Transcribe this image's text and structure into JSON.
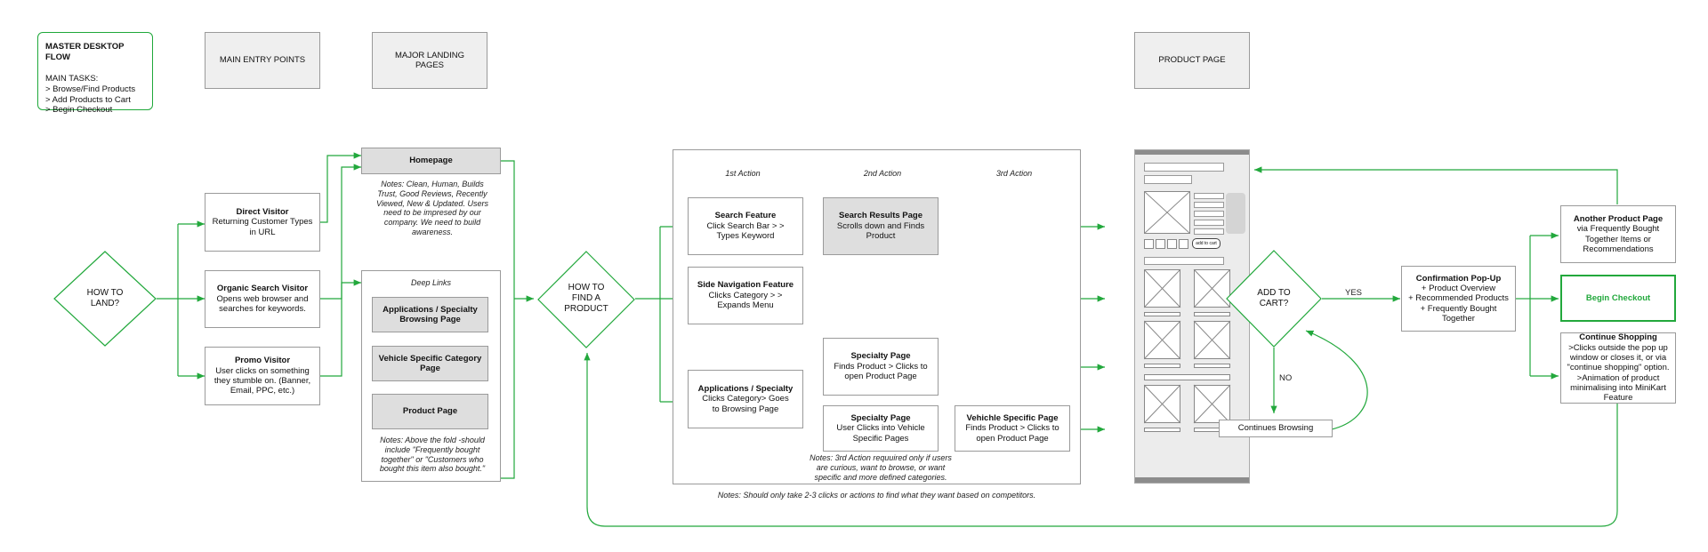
{
  "legend": {
    "title": "MASTER DESKTOP FLOW",
    "tasks_header": "MAIN TASKS:",
    "tasks": [
      "> Browse/Find Products",
      "> Add Products to Cart",
      "> Begin Checkout"
    ]
  },
  "column_headers": {
    "entry_points": "MAIN ENTRY POINTS",
    "landing_pages": "MAJOR LANDING PAGES",
    "product_page": "PRODUCT PAGE"
  },
  "decisions": {
    "how_to_land": "HOW TO LAND?",
    "how_to_find": "HOW TO FIND A PRODUCT",
    "add_to_cart": "ADD TO CART?"
  },
  "entry_points": {
    "direct": {
      "title": "Direct Visitor",
      "desc": "Returning Customer Types in URL"
    },
    "organic": {
      "title": "Organic Search Visitor",
      "desc": "Opens web browser and searches for keywords."
    },
    "promo": {
      "title": "Promo Visitor",
      "desc": "User clicks on something they stumble on. (Banner, Email, PPC, etc.)"
    }
  },
  "landing": {
    "homepage": "Homepage",
    "homepage_notes": "Notes: Clean, Human, Builds Trust, Good Reviews, Recently Viewed, New & Updated. Users need to be impresed by our company. We need to build awareness.",
    "deep_links": "Deep Links",
    "applications_browsing": "Applications / Specialty Browsing Page",
    "vehicle_category": "Vehicle Specific Category Page",
    "product_page": "Product Page",
    "deep_links_notes": "Notes: Above the fold -should include \"Frequently bought together\" or \"Customers who bought this item also bought.\""
  },
  "find_product": {
    "action1": "1st Action",
    "action2": "2nd Action",
    "action3": "3rd Action",
    "search": {
      "title": "Search Feature",
      "desc": "Click Search Bar > > Types Keyword"
    },
    "search_results": {
      "title": "Search Results Page",
      "desc": "Scrolls down and Finds Product"
    },
    "side_nav": {
      "title": "Side Navigation Feature",
      "desc": "Clicks Category > > Expands Menu"
    },
    "applications": {
      "title": "Applications / Specialty",
      "desc": "Clicks Category> Goes to Browsing Page"
    },
    "specialty1": {
      "title": "Specialty Page",
      "desc": "Finds Product > Clicks to open Product Page"
    },
    "specialty2": {
      "title": "Specialty Page",
      "desc": "User Clicks into Vehicle Specific Pages"
    },
    "vehicle": {
      "title": "Vehichle Specific Page",
      "desc": "Finds Product > Clicks to open Product Page"
    },
    "third_action_notes": "Notes: 3rd Action requuired only if users are curious, want to browse, or want specific and more defined categories.",
    "bottom_notes": "Notes: Should only take 2-3 clicks or actions to find what they want based on competitors."
  },
  "product_wireframe": {
    "button": "add to cart"
  },
  "cart": {
    "yes": "YES",
    "no": "NO",
    "continues_browsing": "Continues Browsing",
    "confirmation": {
      "title": "Confirmation Pop-Up",
      "lines": [
        "+ Product Overview",
        "+ Recommended Products",
        "+ Frequently Bought Together"
      ]
    },
    "another_product": {
      "title": "Another Product Page",
      "desc": "via Frequently Bought Together Items or Recommendations"
    },
    "begin_checkout": "Begin Checkout",
    "continue_shopping": {
      "title": "Continue Shopping",
      "desc": ">Clicks outside the pop up window or closes it, or via \"continue shopping\" option. >Animation of product minimalising into MiniKart Feature"
    }
  },
  "colors": {
    "connector": "#22a83c",
    "box_border": "#9a9a9a",
    "gray_fill": "#dedede"
  }
}
